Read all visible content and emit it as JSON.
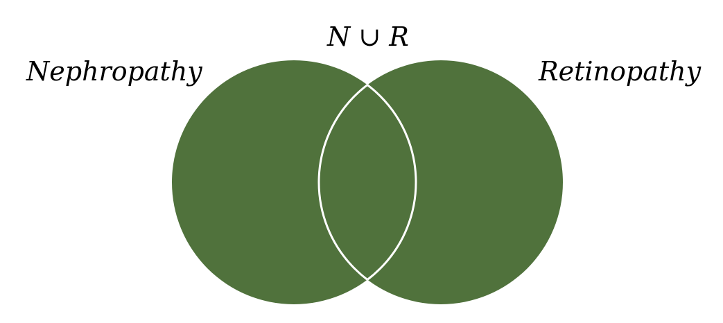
{
  "diagram": {
    "label_left": "Nephropathy",
    "label_right": "Retinopathy",
    "label_top": "N ∪ R",
    "fill_color": "#50723c",
    "stroke_color": "#ffffff",
    "background_color": "#ffffff"
  }
}
